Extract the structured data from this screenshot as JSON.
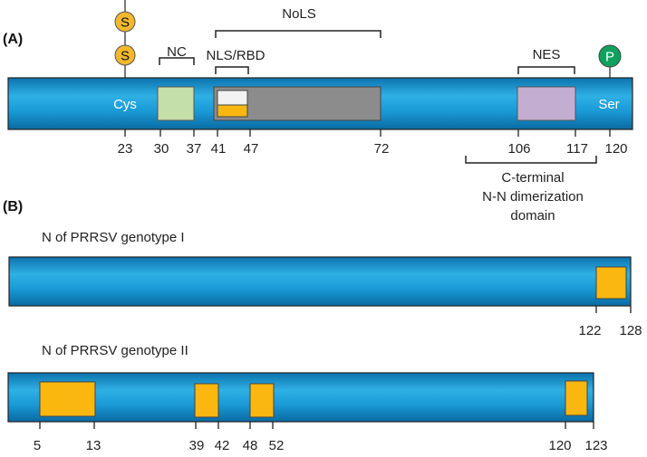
{
  "colors": {
    "bar_light": "#35b5e6",
    "bar_mid": "#1495d2",
    "bar_dark": "#0a6ea8",
    "orange": "#f9b70f",
    "green_box": "#c5dfa8",
    "gray_box": "#8c8c8c",
    "purple_box": "#c3add0",
    "white_box": "#f2f2f2",
    "s_circle": "#f0b82d",
    "p_circle": "#10a060"
  },
  "panel_a": {
    "label": "(A)",
    "left_residue": "Cys",
    "right_residue": "Ser",
    "s_symbol": "S",
    "p_symbol": "P",
    "nc_label": "NC",
    "nls_rbd_label": "NLS/RBD",
    "nols_label": "NoLS",
    "nes_label": "NES",
    "ticks": [
      "23",
      "30",
      "37",
      "41",
      "47",
      "72",
      "106",
      "117",
      "120"
    ],
    "cterm_lines": [
      "C-terminal",
      "N-N dimerization",
      "domain"
    ]
  },
  "panel_b": {
    "label": "(B)",
    "genotype1_title": "N of PRRSV genotype I",
    "genotype1_ticks": [
      "122",
      "128"
    ],
    "genotype2_title": "N of PRRSV genotype II",
    "genotype2_ticks": [
      "5",
      "13",
      "39",
      "42",
      "48",
      "52",
      "120",
      "123"
    ]
  }
}
